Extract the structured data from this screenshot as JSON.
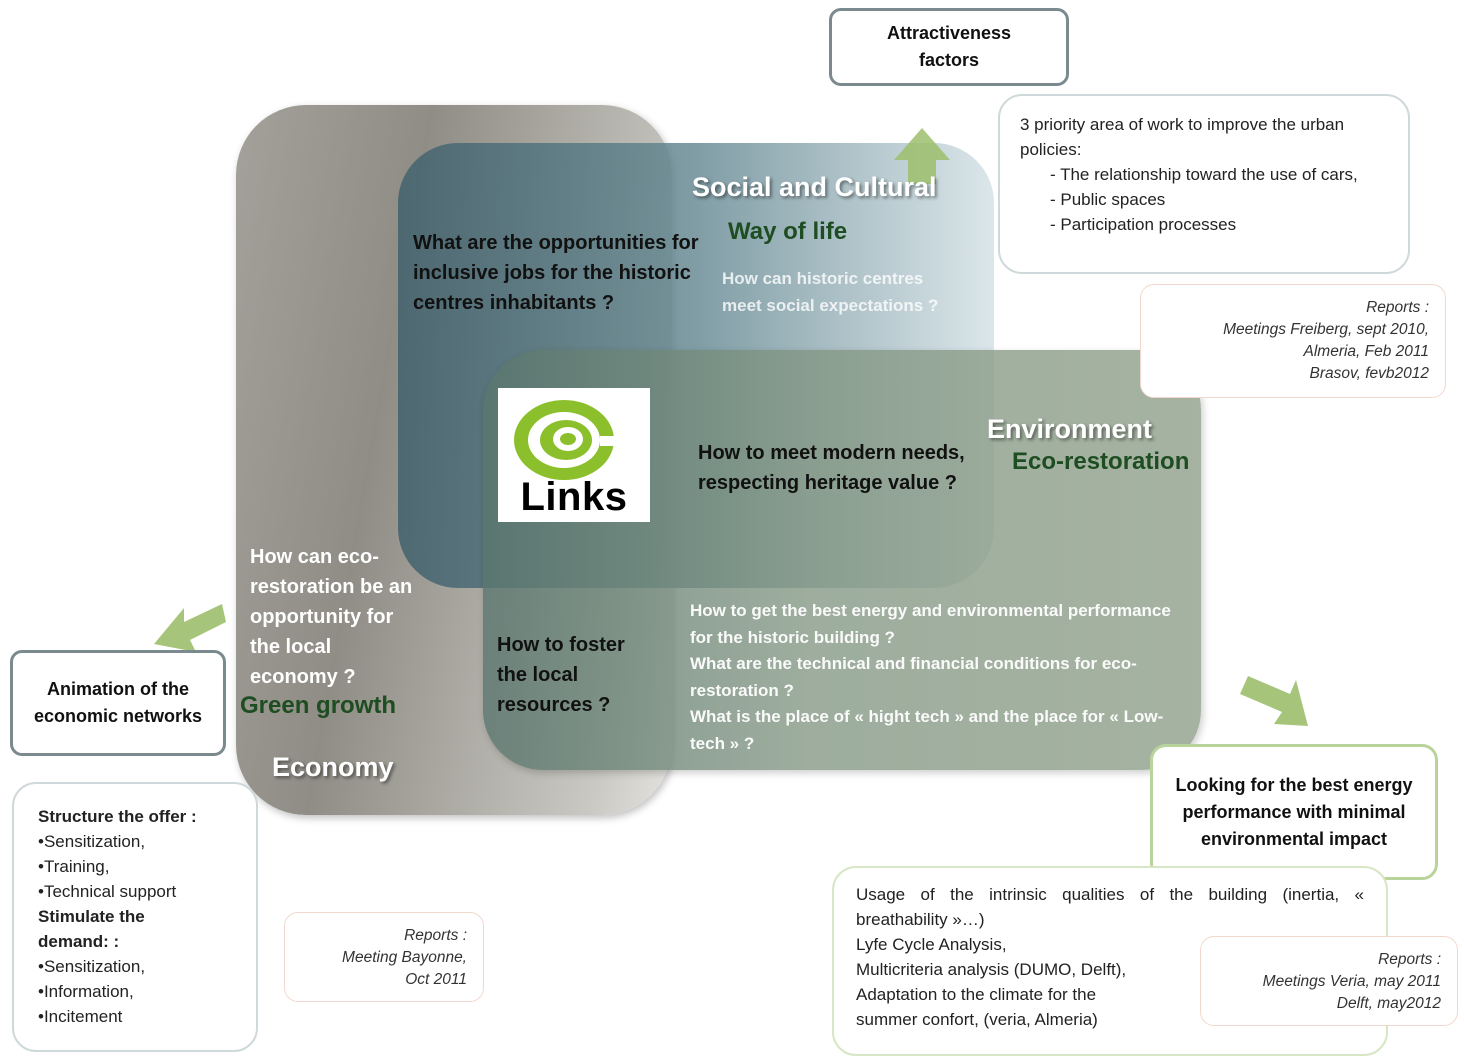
{
  "boxes": {
    "attractiveness": "Attractiveness factors",
    "animation": "Animation of the economic networks",
    "energy": "Looking for the best energy performance with minimal environmental impact"
  },
  "attractiveness_bubble": {
    "intro": "3 priority area of work to improve the urban policies:",
    "items": [
      "- The relationship toward the use of cars,",
      "- Public spaces",
      "- Participation processes"
    ]
  },
  "report_freiberg": {
    "title": "Reports :",
    "lines": [
      "Meetings Freiberg, sept 2010,",
      "Almeria, Feb 2011",
      "Brasov, fevb2012"
    ]
  },
  "social": {
    "heading": "Social and Cultural",
    "subheading": "Way of life",
    "question_white": "How can historic centres meet social expectations ?",
    "question_dark": "What are the opportunities for inclusive jobs for the historic centres inhabitants ?"
  },
  "environment": {
    "heading": "Environment",
    "subheading": "Eco-restoration",
    "question_center": "How to meet modern needs, respecting heritage value ?",
    "questions_white": [
      "How to get the best energy and environmental performance for the historic building ?",
      "What are the technical and financial conditions for eco-restoration ?",
      "What is the place of « hight tech » and the place for « Low-tech » ?"
    ]
  },
  "economy": {
    "heading": "Economy",
    "subheading": "Green growth",
    "question_white": "How can eco-restoration be an opportunity for the local economy ?",
    "question_dark": "How to foster the local resources ?"
  },
  "logo": {
    "text": "Links"
  },
  "economy_bubble": {
    "structure_title": "Structure the offer :",
    "structure_items": [
      "•Sensitization,",
      "•Training,",
      "•Technical support"
    ],
    "stimulate_title": "Stimulate the demand: :",
    "stimulate_items": [
      "•Sensitization,",
      "•Information,",
      "•Incitement"
    ]
  },
  "report_bayonne": {
    "title": "Reports :",
    "lines": [
      "Meeting Bayonne,",
      "Oct 2011"
    ]
  },
  "energy_bubble": {
    "lines": [
      "Usage of the intrinsic qualities of the building (inertia, « breathability »…)",
      "Lyfe Cycle Analysis,",
      "Multicriteria analysis (DUMO, Delft),",
      "Adaptation to the climate for the summer confort, (veria, Almeria)"
    ]
  },
  "report_veria": {
    "title": "Reports :",
    "lines": [
      "Meetings Veria, may 2011",
      "Delft, may2012"
    ]
  },
  "colors": {
    "box_border": "#7b8a8f",
    "energy_border": "#b9d49a",
    "subhead_green": "#1e4d22",
    "arrow_green": "#9cbf6c"
  }
}
